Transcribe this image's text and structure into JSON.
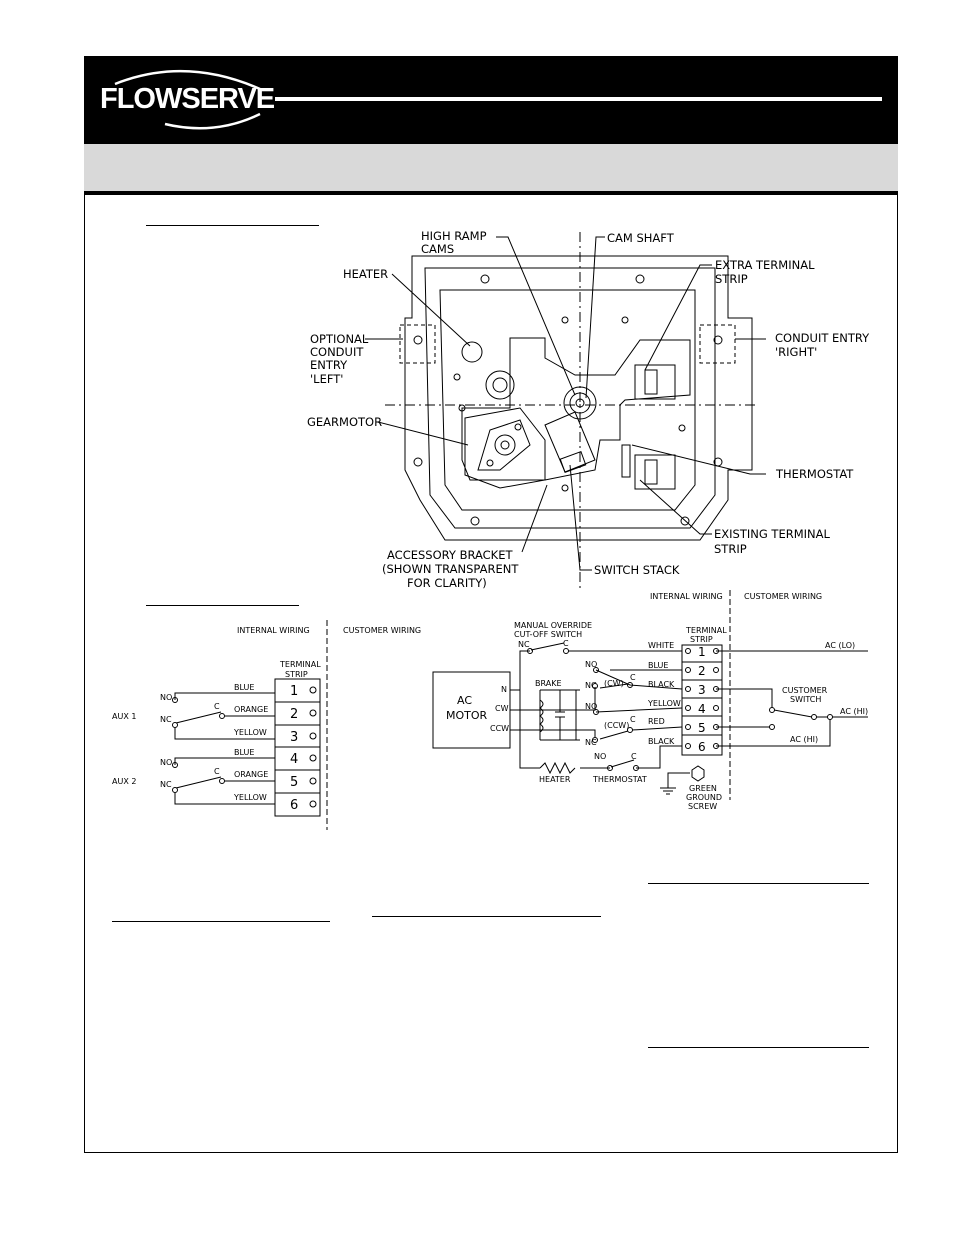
{
  "brand": {
    "logo_text": "FLOWSERVE"
  },
  "layout_diagram": {
    "labels": {
      "high_ramp_cams": [
        "HIGH RAMP",
        "CAMS"
      ],
      "cam_shaft": "CAM SHAFT",
      "heater": "HEATER",
      "extra_terminal_strip": [
        "EXTRA TERMINAL",
        "STRIP"
      ],
      "optional_conduit_entry": [
        "OPTIONAL",
        "CONDUIT",
        "ENTRY",
        "'LEFT'"
      ],
      "conduit_entry_right": [
        "CONDUIT ENTRY",
        "'RIGHT'"
      ],
      "gearmotor": "GEARMOTOR",
      "thermostat": "THERMOSTAT",
      "existing_terminal_strip": [
        "EXISTING TERMINAL",
        "STRIP"
      ],
      "accessory_bracket": [
        "ACCESSORY BRACKET",
        "(SHOWN TRANSPARENT",
        "FOR CLARITY)"
      ],
      "switch_stack": "SWITCH STACK"
    }
  },
  "aux_wiring": {
    "internal_wiring": "INTERNAL WIRING",
    "customer_wiring": "CUSTOMER WIRING",
    "terminal_strip": [
      "TERMINAL",
      "STRIP"
    ],
    "switches": [
      {
        "name": "AUX 1",
        "no": "NO",
        "nc": "NC",
        "c": "C"
      },
      {
        "name": "AUX 2",
        "no": "NO",
        "nc": "NC",
        "c": "C"
      }
    ],
    "wires": [
      "BLUE",
      "ORANGE",
      "YELLOW",
      "BLUE",
      "ORANGE",
      "YELLOW"
    ],
    "terminals": [
      "1",
      "2",
      "3",
      "4",
      "5",
      "6"
    ]
  },
  "motor_wiring": {
    "internal_wiring": "INTERNAL WIRING",
    "customer_wiring": "CUSTOMER WIRING",
    "manual_override": [
      "MANUAL OVERRIDE",
      "CUT-OFF SWITCH"
    ],
    "terminal_strip": [
      "TERMINAL",
      "STRIP"
    ],
    "ac_motor": [
      "AC",
      "MOTOR"
    ],
    "motor_terminals": [
      "N",
      "CW",
      "CCW"
    ],
    "brake": "BRAKE",
    "heater": "HEATER",
    "thermostat": "THERMOSTAT",
    "cw": "(CW)",
    "ccw": "(CCW)",
    "no": "NO",
    "nc": "NC",
    "c": "C",
    "wires": [
      "WHITE",
      "BLUE",
      "BLACK",
      "YELLOW",
      "RED",
      "BLACK"
    ],
    "terminals": [
      "1",
      "2",
      "3",
      "4",
      "5",
      "6"
    ],
    "customer_switch": [
      "CUSTOMER",
      "SWITCH"
    ],
    "ac_lo": "AC (LO)",
    "ac_hi_1": "AC (HI)",
    "ac_hi_2": "AC (HI)",
    "green_ground_screw": [
      "GREEN",
      "GROUND",
      "SCREW"
    ]
  }
}
